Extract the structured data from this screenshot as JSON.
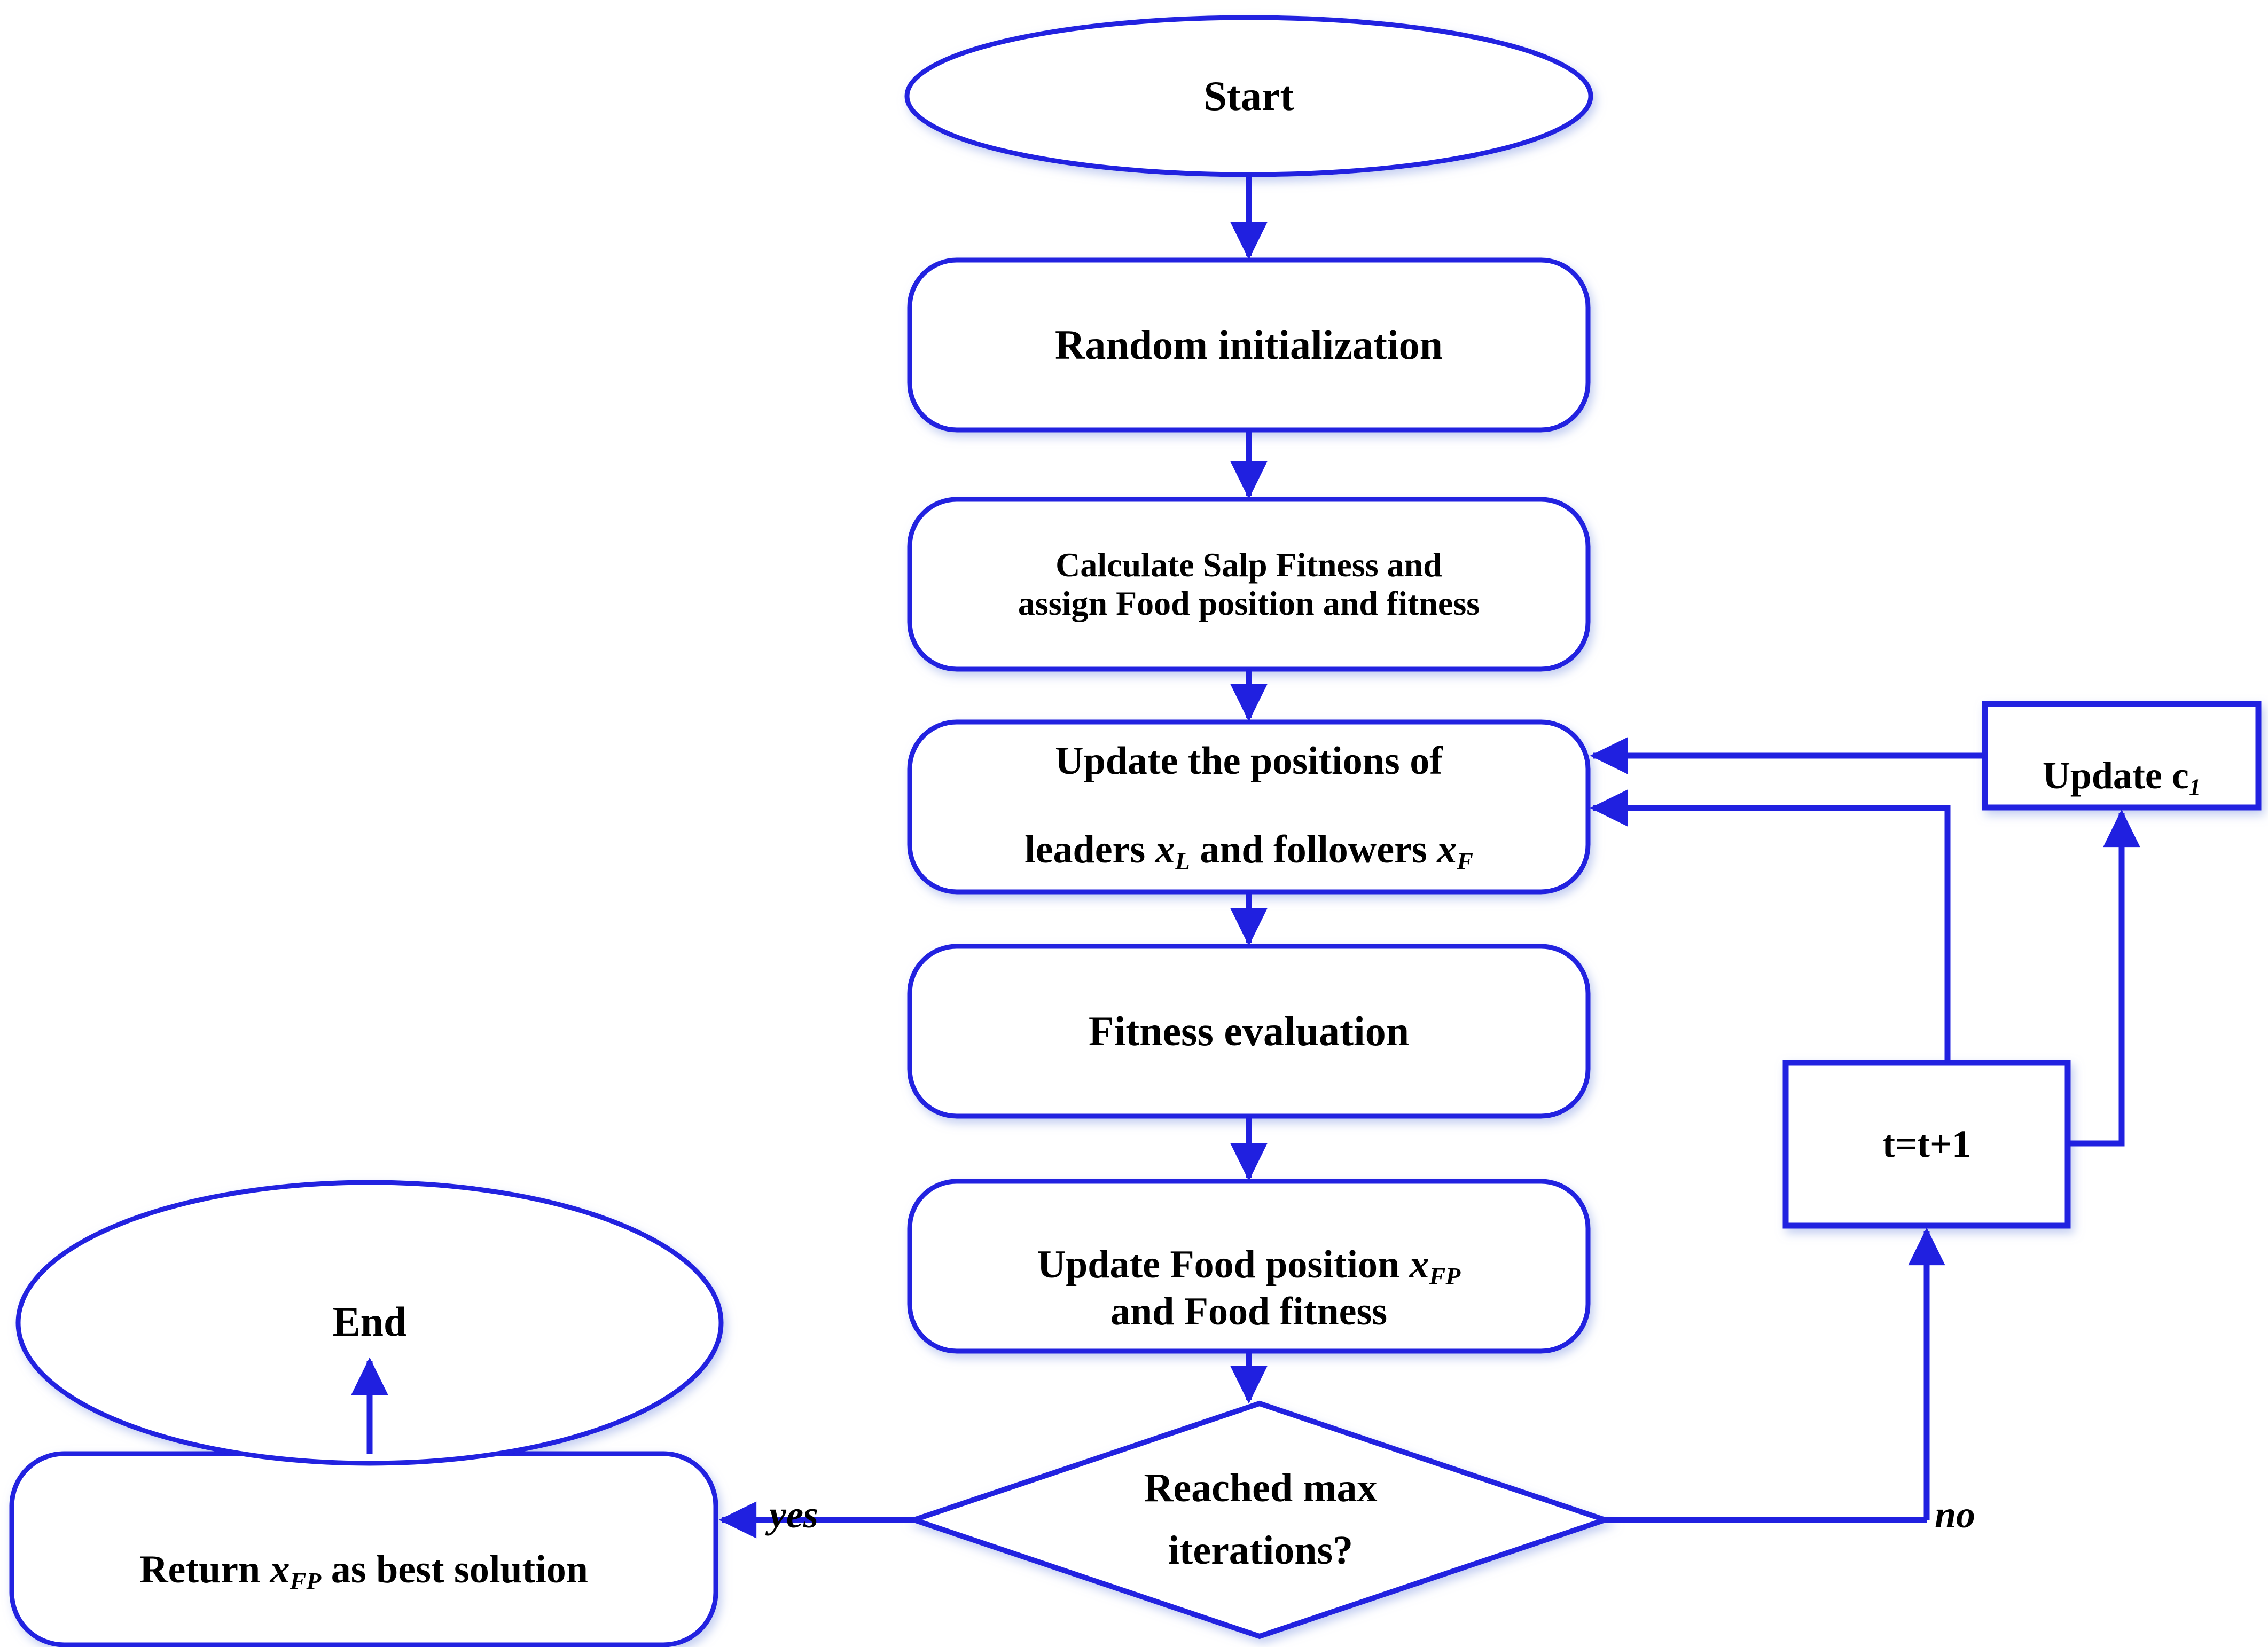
{
  "diagram": {
    "title": "Salp Swarm Algorithm flowchart",
    "colors": {
      "stroke": "#2020e0",
      "stroke_dark": "#1a1ad0",
      "text": "#000000",
      "background": "#ffffff"
    },
    "nodes": [
      {
        "id": "start",
        "shape": "ellipse",
        "label": "Start"
      },
      {
        "id": "init",
        "shape": "rounded-rect",
        "label": "Random initialization"
      },
      {
        "id": "calc",
        "shape": "rounded-rect",
        "label_line1": "Calculate Salp Fitness and",
        "label_line2": "assign Food position and fitness"
      },
      {
        "id": "updatepos",
        "shape": "rounded-rect",
        "label_line1": "Update  the positions of",
        "label_line2_a": "leaders ",
        "label_line2_x1": "x",
        "label_line2_sub1": "L",
        "label_line2_b": " and followers ",
        "label_line2_x2": "x",
        "label_line2_sub2": "F"
      },
      {
        "id": "fitness",
        "shape": "rounded-rect",
        "label": "Fitness evaluation"
      },
      {
        "id": "updatefood",
        "shape": "rounded-rect",
        "label_line1_a": "Update Food position ",
        "label_line1_x": "x",
        "label_line1_sub": "FP",
        "label_line2": "and Food fitness"
      },
      {
        "id": "decision",
        "shape": "diamond",
        "label_line1": "Reached max",
        "label_line2": "iterations?"
      },
      {
        "id": "return",
        "shape": "rounded-rect",
        "label_a": "Return  ",
        "label_x": "x",
        "label_sub": "FP",
        "label_b": " as best solution"
      },
      {
        "id": "end",
        "shape": "ellipse",
        "label": "End"
      },
      {
        "id": "updatec1",
        "shape": "rect",
        "label_a": "Update c",
        "label_sub": "1"
      },
      {
        "id": "increment",
        "shape": "rect",
        "label": "t=t+1"
      }
    ],
    "edge_labels": {
      "yes": "yes",
      "no": "no"
    },
    "edges": [
      {
        "from": "start",
        "to": "init",
        "label": ""
      },
      {
        "from": "init",
        "to": "calc",
        "label": ""
      },
      {
        "from": "calc",
        "to": "updatepos",
        "label": ""
      },
      {
        "from": "updatepos",
        "to": "fitness",
        "label": ""
      },
      {
        "from": "fitness",
        "to": "updatefood",
        "label": ""
      },
      {
        "from": "updatefood",
        "to": "decision",
        "label": ""
      },
      {
        "from": "decision",
        "to": "return",
        "label": "yes"
      },
      {
        "from": "decision",
        "to": "increment",
        "label": "no"
      },
      {
        "from": "increment",
        "to": "updatec1",
        "label": ""
      },
      {
        "from": "updatec1",
        "to": "updatepos",
        "label": ""
      },
      {
        "from": "increment",
        "to": "updatepos",
        "label": ""
      },
      {
        "from": "return",
        "to": "end",
        "label": ""
      }
    ]
  }
}
